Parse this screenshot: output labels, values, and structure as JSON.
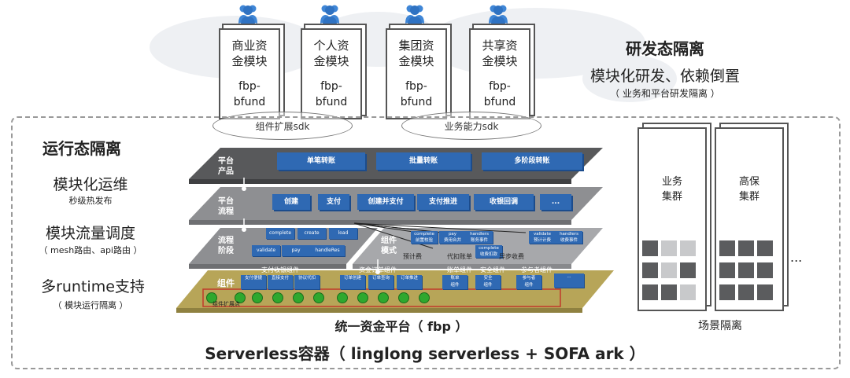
{
  "modules": [
    {
      "name": "商业资\n金模块",
      "code": "fbp-\nbfund"
    },
    {
      "name": "个人资\n金模块",
      "code": "fbp-\nbfund"
    },
    {
      "name": "集团资\n金模块",
      "code": "fbp-\nbfund"
    },
    {
      "name": "共享资\n金模块",
      "code": "fbp-\nbfund"
    }
  ],
  "sdk": {
    "component_ext": "组件扩展sdk",
    "biz_ability": "业务能力sdk"
  },
  "dev_isolation": {
    "title": "研发态隔离",
    "subtitle": "模块化研发、依赖倒置",
    "note": "（ 业务和平台研发隔离 ）"
  },
  "runtime_isolation": {
    "title": "运行态隔离",
    "ops_title": "模块化运维",
    "ops_note": "秒级热发布",
    "traffic_title": "模块流量调度",
    "traffic_note": "（ mesh路由、api路由 ）",
    "multi_title": "多runtime支持",
    "multi_note": "（ 模块运行隔离 ）"
  },
  "layers": {
    "platform_product": {
      "label": "平台\n产品",
      "items": [
        "单笔转账",
        "批量转账",
        "多阶段转账"
      ]
    },
    "platform_flow": {
      "label": "平台\n流程",
      "items": [
        "创建",
        "支付",
        "创建并支付",
        "支付推进",
        "收银回调",
        "..."
      ]
    },
    "flow_stage": {
      "label": "流程\n阶段",
      "items": [
        "complete",
        "create",
        "load",
        "validate",
        "pay",
        "handleRes"
      ]
    },
    "component_mode": {
      "label": "组件\n模式",
      "items": [
        "complete\n前置校验",
        "pay\n费用合并",
        "handlers\n账务事件",
        "complete\n收费扣款",
        "validate\n预计计费",
        "handlers\n收费事件"
      ],
      "groups": [
        "预计费",
        "代扣账单",
        "异步收费"
      ]
    },
    "components": {
      "label": "组件",
      "groups": [
        "支付收银组件",
        "资金订单组件",
        "账单组件",
        "安全组件",
        "参与者组件"
      ],
      "items": [
        "支付便捷",
        "直接支付",
        "协议代扣",
        "订单创建",
        "订单查询",
        "订单推进",
        "账单\n组件",
        "安全\n组件",
        "参与者\n组件",
        "..."
      ],
      "ext_point": "组件扩展点"
    }
  },
  "platform_name": "统一资金平台（ fbp ）",
  "container": "Serverless容器（ linglong serverless + SOFA ark ）",
  "clusters": {
    "biz": "业务\n集群",
    "high": "高保\n集群",
    "more": "...",
    "scene": "场景隔离"
  },
  "colors": {
    "accent_blue": "#2f69b3",
    "layer_dark": "#58595b",
    "layer_mid": "#8e8f92",
    "layer_light": "#a7a8ab",
    "component_gold": "#b7a558",
    "ext_green": "#2ea82e",
    "highlight_red": "#c0392b"
  },
  "icons": [
    "user-icon",
    "server-block-icon"
  ]
}
